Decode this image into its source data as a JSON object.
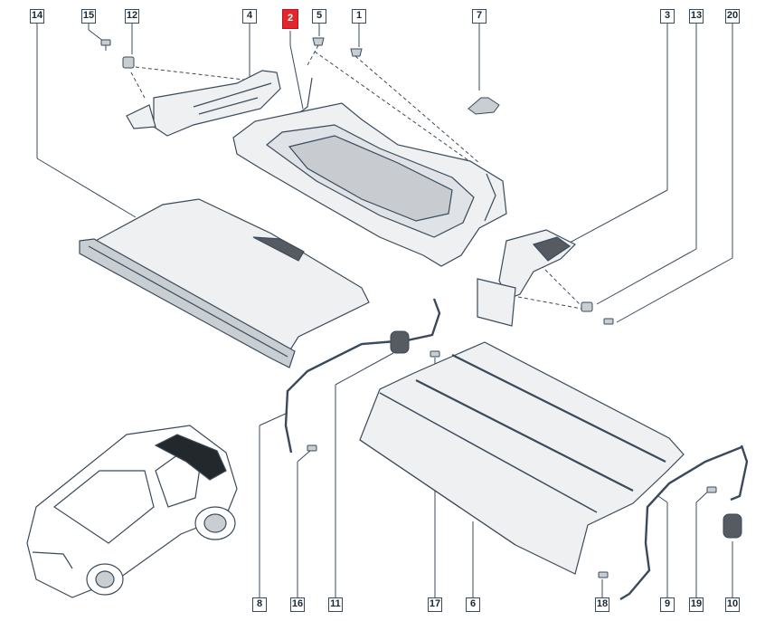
{
  "colors": {
    "line": "#3b4a5a",
    "part_fill": "#eef0f2",
    "dark_fill": "#555b61",
    "highlight": "#e3262b"
  },
  "callouts": [
    "14",
    "15",
    "12",
    "4",
    "2",
    "5",
    "1",
    "7",
    "3",
    "13",
    "20",
    "8",
    "16",
    "11",
    "17",
    "6",
    "18",
    "9",
    "19",
    "10"
  ],
  "highlighted_callout": "2",
  "icons": {
    "vehicle": "car-silhouette-icon"
  }
}
